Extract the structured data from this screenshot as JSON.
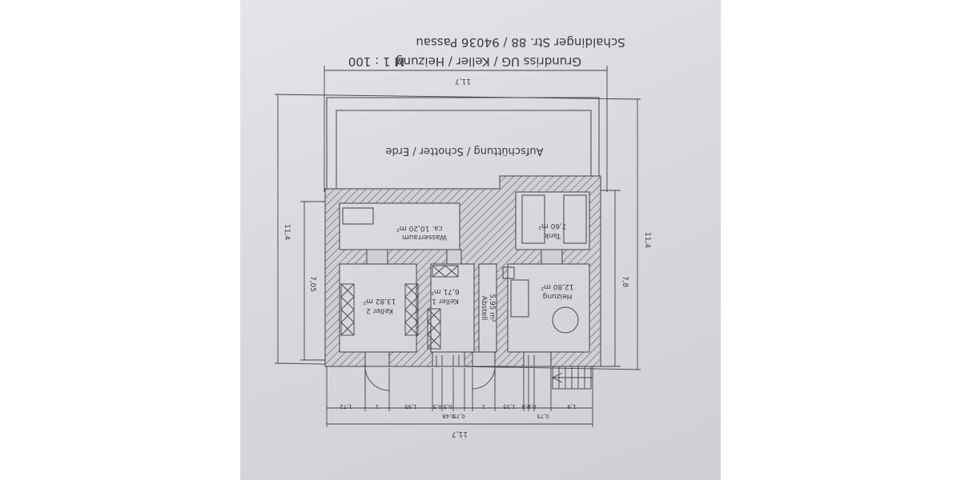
{
  "header": {
    "title": "Grundriss UG / Keller / Heizung",
    "scale": "M 1 : 100",
    "address": "Schaldinger Str. 88 / 94036 Passau"
  },
  "fill_area": "Aufschüttung / Schotter / Erde",
  "rooms": {
    "wasserraum": {
      "name": "Wasserraum",
      "area": "ca. 10,20 m²"
    },
    "tank": {
      "name": "Tank",
      "area": "7,60 m²"
    },
    "keller2": {
      "name": "Keller 2",
      "area": "13,82 m²"
    },
    "keller1": {
      "name": "Keller 1",
      "area": "6,71 m²"
    },
    "abstell": {
      "name": "Abstell",
      "area": "5,95 m²"
    },
    "heizung": {
      "name": "Heizung",
      "area": "12,80 m²"
    }
  },
  "dimensions": {
    "top_width": "11,7",
    "bottom_width": "11,7",
    "left_total": "11,4",
    "left_inner": "7,05",
    "right_total": "11,4",
    "right_inner": "7,8",
    "bottom_segments": [
      "1,72",
      "1",
      "1,95",
      "0,5",
      "0,5",
      "0,48",
      "0,75",
      "1",
      "1,35",
      "0,4",
      "0,4",
      "0,75",
      "1,9"
    ]
  }
}
